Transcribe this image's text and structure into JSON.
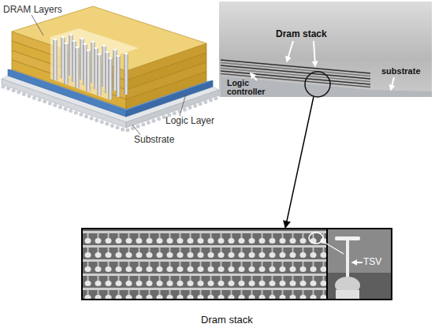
{
  "diagram": {
    "nodes": [
      {
        "text": [
          "Dram stack",
          "Logic controller",
          "substrate"
        ]
      },
      {
        "text": [
          "Dram stack"
        ]
      },
      {
        "text": [
          "TSV"
        ],
        "in": 1
      }
    ],
    "edges": [
      {
        "from": 0,
        "to": 1,
        "arrow": "to"
      }
    ],
    "labels": [
      "DRAM Layers",
      "Logic Layer",
      "Substrate"
    ]
  }
}
